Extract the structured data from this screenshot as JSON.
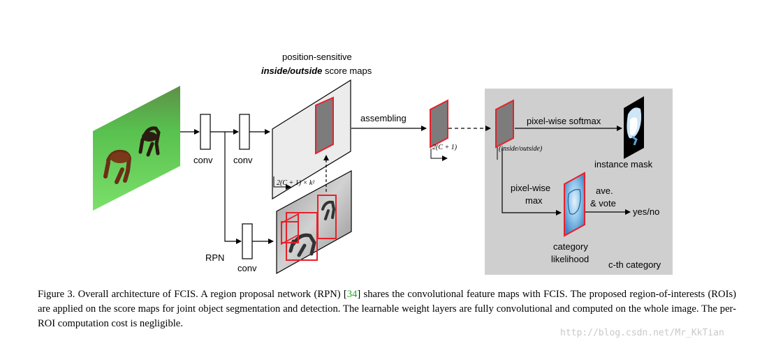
{
  "diagram": {
    "labels": {
      "conv1": "conv",
      "conv2": "conv",
      "conv_rpn": "conv",
      "rpn": "RPN",
      "score_maps_line1": "position-sensitive",
      "score_maps_bold": "inside/outside",
      "score_maps_rest": " score maps",
      "score_maps_dim": "2(C + 1) × k²",
      "assembling": "assembling",
      "roi_dim": "2(C + 1)",
      "inside_outside": "(inside/outside)",
      "softmax": "pixel-wise softmax",
      "instance_mask": "instance mask",
      "pixelwise_max_1": "pixel-wise",
      "pixelwise_max_2": "max",
      "ave_1": "ave.",
      "ave_2": "& vote",
      "yes_no": "yes/no",
      "category_1": "category",
      "category_2": "likelihood",
      "cth_category": "c-th category"
    },
    "colors": {
      "roi_red": "#e8202a",
      "score_map_fill": "#7c7c7c",
      "panel_gray": "#cfcfcf"
    }
  },
  "caption": {
    "text_before_ref": "Figure 3. Overall architecture of FCIS. A region proposal network (RPN) [",
    "ref": "34",
    "text_after_ref": "] shares the convolutional feature maps with FCIS. The proposed region-of-interests (ROIs) are applied on the score maps for joint object segmentation and detection. The learnable weight layers are fully convolutional and computed on the whole image. The per-ROI computation cost is negligible."
  },
  "watermark": "http://blog.csdn.net/Mr_KkTian"
}
